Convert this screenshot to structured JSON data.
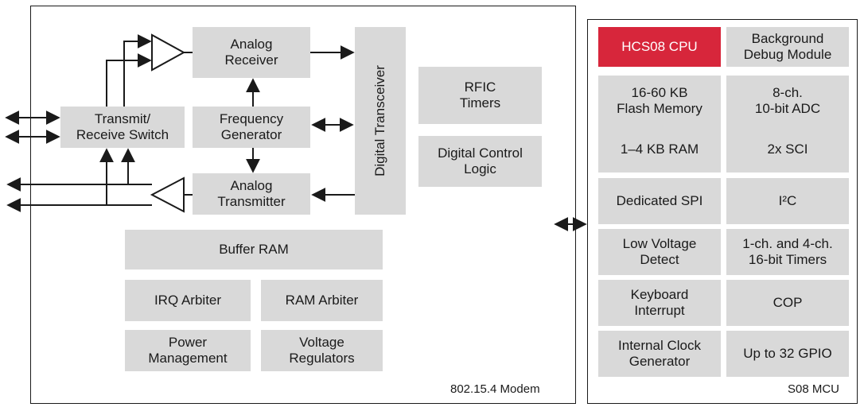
{
  "modem": {
    "label": "802.15.4 Modem",
    "blocks": {
      "analog_receiver": "Analog\nReceiver",
      "transmit_receive_switch": "Transmit/\nReceive Switch",
      "frequency_generator": "Frequency\nGenerator",
      "analog_transmitter": "Analog\nTransmitter",
      "digital_transceiver": "Digital Transceiver",
      "rfic_timers": "RFIC\nTimers",
      "digital_control_logic": "Digital Control\nLogic",
      "buffer_ram": "Buffer RAM",
      "irq_arbiter": "IRQ Arbiter",
      "ram_arbiter": "RAM Arbiter",
      "power_management": "Power\nManagement",
      "voltage_regulators": "Voltage\nRegulators"
    }
  },
  "mcu": {
    "label": "S08 MCU",
    "blocks": {
      "hcs08_cpu": "HCS08 CPU",
      "background_debug_module": "Background\nDebug Module",
      "flash_memory": "16-60 KB\nFlash Memory",
      "adc": "8-ch.\n10-bit ADC",
      "ram": "1–4 KB RAM",
      "sci": "2x SCI",
      "dedicated_spi": "Dedicated SPI",
      "i2c": "I²C",
      "low_voltage_detect": "Low Voltage\nDetect",
      "timers": "1-ch. and 4-ch.\n16-bit Timers",
      "keyboard_interrupt": "Keyboard\nInterrupt",
      "cop": "COP",
      "internal_clock_generator": "Internal Clock\nGenerator",
      "gpio": "Up to 32 GPIO"
    }
  },
  "colors": {
    "block": "#d9d9d9",
    "cpu": "#d7263b",
    "line": "#1a1a1a"
  }
}
